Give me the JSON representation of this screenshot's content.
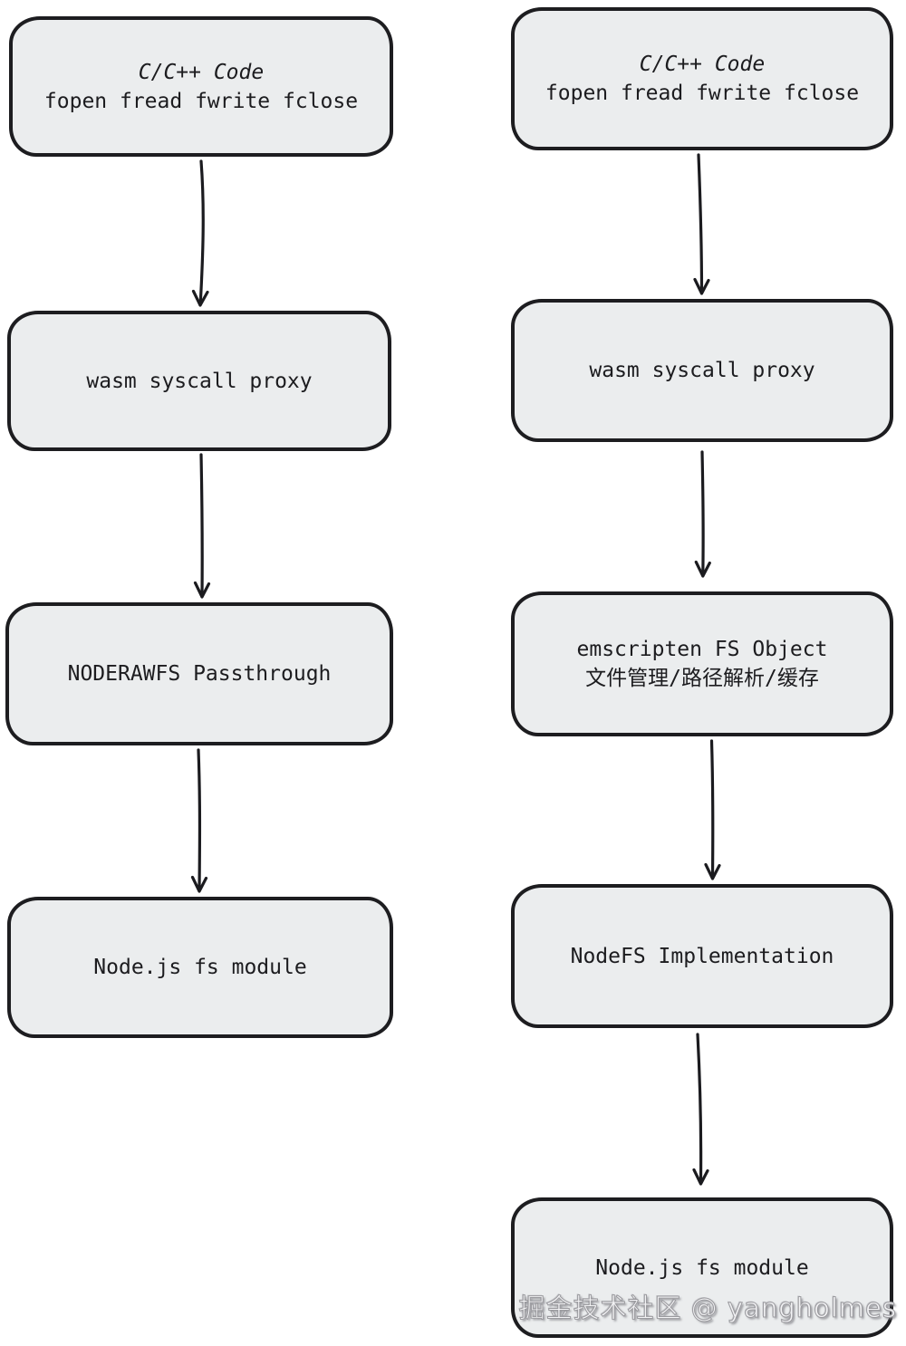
{
  "left_flow": {
    "nodes": [
      {
        "lines": [
          "C/C++ Code",
          "fopen fread fwrite fclose"
        ]
      },
      {
        "lines": [
          "wasm syscall proxy"
        ]
      },
      {
        "lines": [
          "NODERAWFS Passthrough"
        ]
      },
      {
        "lines": [
          "Node.js fs module"
        ]
      }
    ]
  },
  "right_flow": {
    "nodes": [
      {
        "lines": [
          "C/C++ Code",
          "fopen fread fwrite fclose"
        ]
      },
      {
        "lines": [
          "wasm syscall proxy"
        ]
      },
      {
        "lines": [
          "emscripten FS Object",
          "文件管理/路径解析/缓存"
        ]
      },
      {
        "lines": [
          "NodeFS Implementation"
        ]
      },
      {
        "lines": [
          "Node.js fs module"
        ]
      }
    ]
  },
  "watermark": "掘金技术社区 @ yangholmes",
  "colors": {
    "node_fill": "#ebedee",
    "node_stroke": "#1d1d20",
    "text": "#1c1c1f",
    "background": "#ffffff",
    "watermark_fill": "#f3f3f5",
    "watermark_outline": "#9b9b9f"
  }
}
